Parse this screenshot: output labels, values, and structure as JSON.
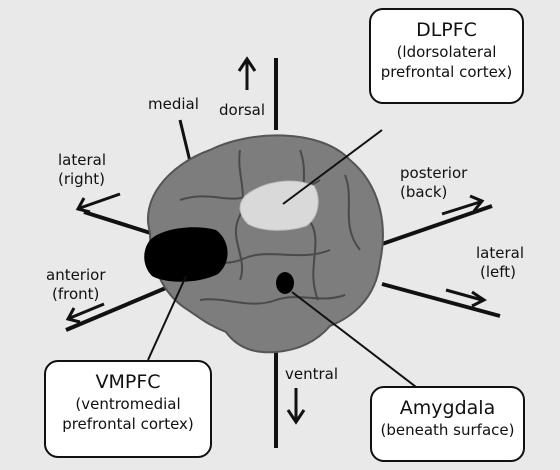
{
  "colors": {
    "background": "#e9e9e9",
    "brain_fill": "#7d7d7d",
    "brain_dark": "#4a4a4a",
    "dlpfc_region": "#d9d9d9",
    "vmpfc_region": "#000000",
    "amygdala_region": "#000000",
    "line": "#111111"
  },
  "directions": {
    "medial": "medial",
    "dorsal": "dorsal",
    "lateral_right_1": "lateral",
    "lateral_right_2": "(right)",
    "posterior_1": "posterior",
    "posterior_2": "(back)",
    "anterior_1": "anterior",
    "anterior_2": "(front)",
    "lateral_left_1": "lateral",
    "lateral_left_2": "(left)",
    "ventral": "ventral"
  },
  "boxes": {
    "dlpfc": {
      "title": "DLPFC",
      "line1": "(ldorsolateral",
      "line2": "prefrontal cortex)"
    },
    "vmpfc": {
      "title": "VMPFC",
      "line1": "(ventromedial",
      "line2": "prefrontal cortex)"
    },
    "amygdala": {
      "title": "Amygdala",
      "line1": "(beneath surface)"
    }
  }
}
